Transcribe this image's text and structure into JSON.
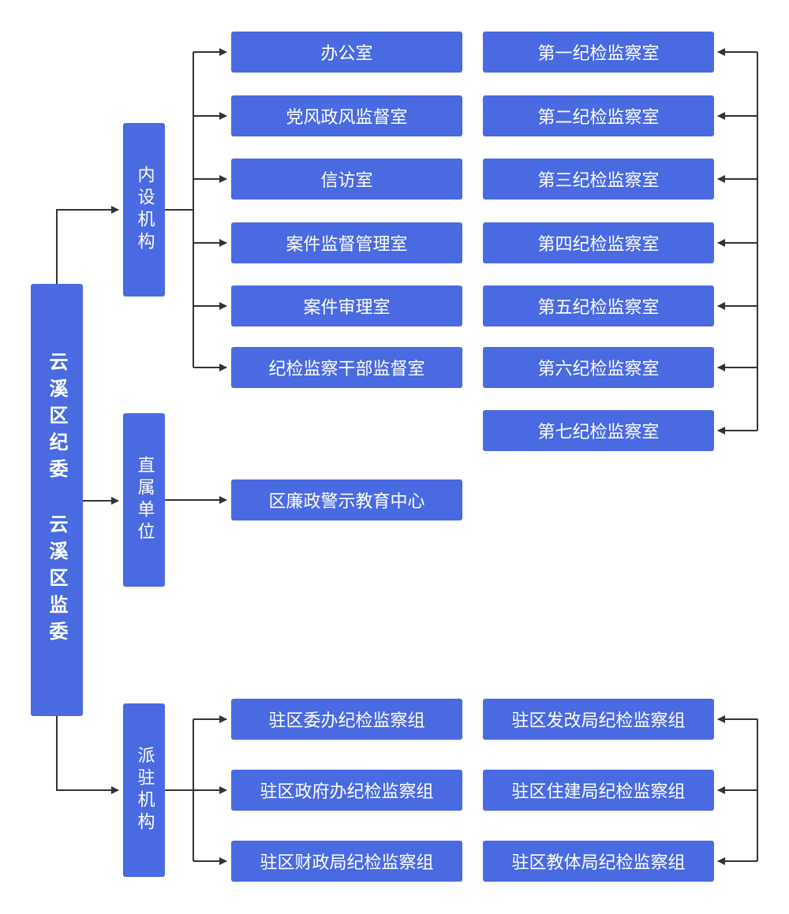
{
  "root": {
    "line1": "云溪区纪委",
    "line2": "云溪区监委"
  },
  "categories": {
    "internal": "内设机构",
    "direct": "直属单位",
    "dispatched": "派驻机构"
  },
  "internal_left": [
    "办公室",
    "党风政风监督室",
    "信访室",
    "案件监督管理室",
    "案件审理室",
    "纪检监察干部监督室"
  ],
  "internal_right": [
    "第一纪检监察室",
    "第二纪检监察室",
    "第三纪检监察室",
    "第四纪检监察室",
    "第五纪检监察室",
    "第六纪检监察室",
    "第七纪检监察室"
  ],
  "direct_units": [
    "区廉政警示教育中心"
  ],
  "dispatched_left": [
    "驻区委办纪检监察组",
    "驻区政府办纪检监察组",
    "驻区财政局纪检监察组"
  ],
  "dispatched_right": [
    "驻区发改局纪检监察组",
    "驻区住建局纪检监察组",
    "驻区教体局纪检监察组"
  ],
  "colors": {
    "box": "#4a6ae2",
    "line": "#333333"
  }
}
